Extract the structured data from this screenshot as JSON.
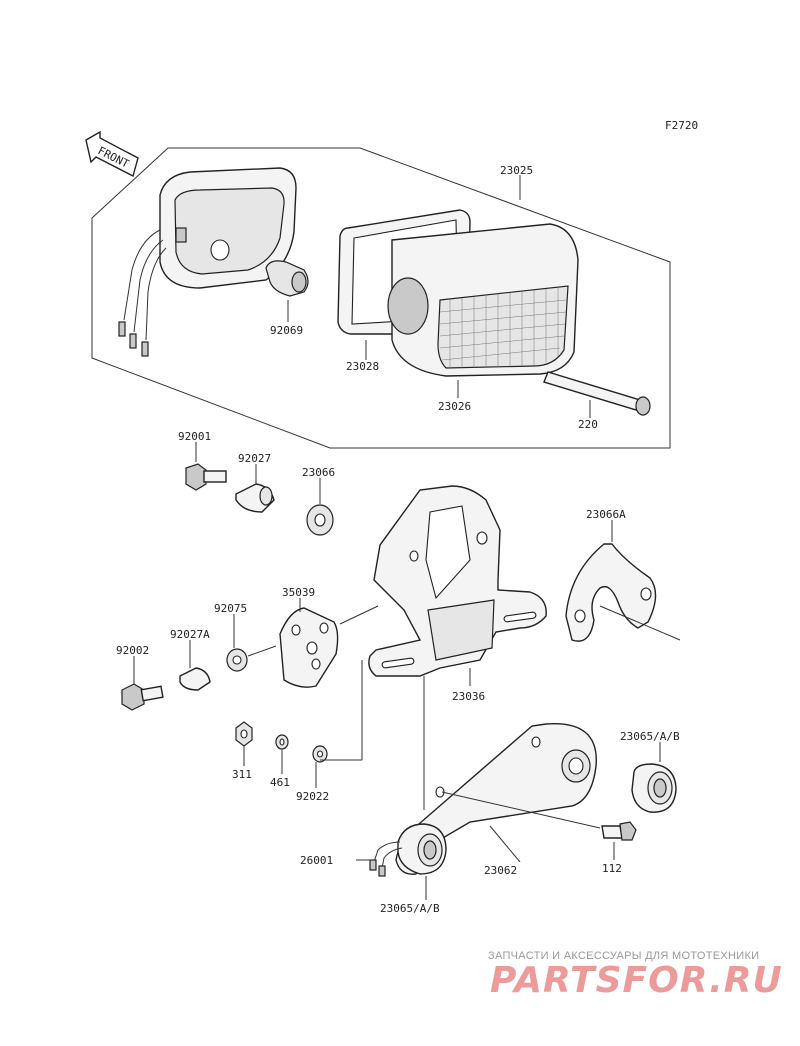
{
  "diagram_code": "F2720",
  "front_label": "FRONT",
  "part_labels": {
    "p23025": "23025",
    "p92069": "92069",
    "p23028": "23028",
    "p23026": "23026",
    "p220": "220",
    "p92001": "92001",
    "p92027": "92027",
    "p23066": "23066",
    "p23066A": "23066A",
    "p35039": "35039",
    "p92075": "92075",
    "p92027A": "92027A",
    "p92002": "92002",
    "p23036": "23036",
    "p311": "311",
    "p461": "461",
    "p92022": "92022",
    "p23065AB_right": "23065/A/B",
    "p112": "112",
    "p26001": "26001",
    "p23062": "23062",
    "p23065AB_bottom": "23065/A/B"
  },
  "watermark": {
    "tagline": "ЗАПЧАСТИ И АКСЕССУАРЫ ДЛЯ МОТОТЕХНИКИ",
    "site": "PARTSFOR.RU"
  }
}
